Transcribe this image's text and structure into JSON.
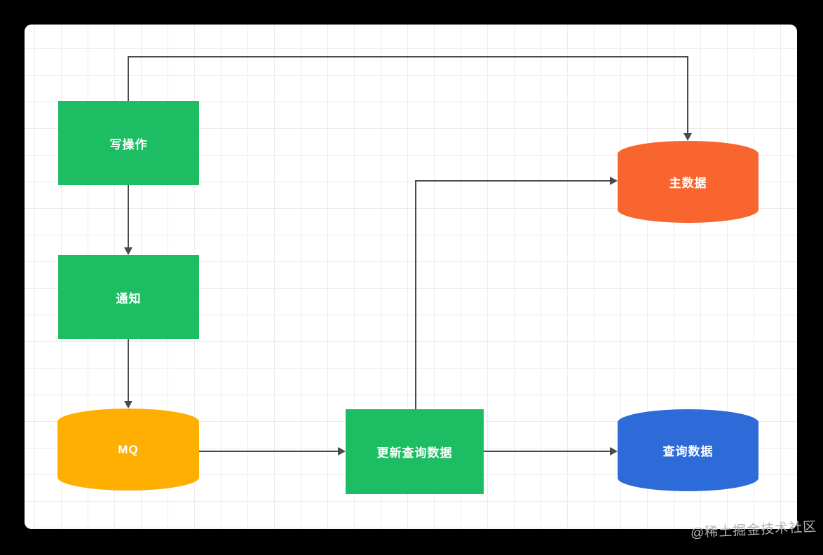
{
  "diagram": {
    "nodes": [
      {
        "id": "write-op",
        "label": "写操作",
        "shape": "rect",
        "color_key": "node_green"
      },
      {
        "id": "notify",
        "label": "通知",
        "shape": "rect",
        "color_key": "node_green"
      },
      {
        "id": "mq",
        "label": "MQ",
        "shape": "cylinder",
        "color_key": "node_yellow"
      },
      {
        "id": "update-query-data",
        "label": "更新查询数据",
        "shape": "rect",
        "color_key": "node_green"
      },
      {
        "id": "main-data",
        "label": "主数据",
        "shape": "cylinder",
        "color_key": "node_orange"
      },
      {
        "id": "query-data",
        "label": "查询数据",
        "shape": "cylinder",
        "color_key": "node_blue"
      }
    ],
    "edges": [
      {
        "from": "write-op",
        "to": "notify"
      },
      {
        "from": "notify",
        "to": "mq"
      },
      {
        "from": "mq",
        "to": "update-query-data"
      },
      {
        "from": "update-query-data",
        "to": "query-data"
      },
      {
        "from": "update-query-data",
        "to": "main-data"
      },
      {
        "from": "write-op",
        "to": "main-data"
      }
    ],
    "watermark": "@稀土掘金技术社区"
  },
  "colors": {
    "node_green": "#1cbd63",
    "node_yellow": "#ffaf02",
    "node_orange": "#f8652f",
    "node_blue": "#2d6bd8",
    "arrow": "#4a4a4a",
    "label_text": "#ffffff",
    "grid_line": "#ececec",
    "canvas_bg": "#ffffff",
    "page_bg": "#000000",
    "watermark_text": "#b3b3b3"
  }
}
